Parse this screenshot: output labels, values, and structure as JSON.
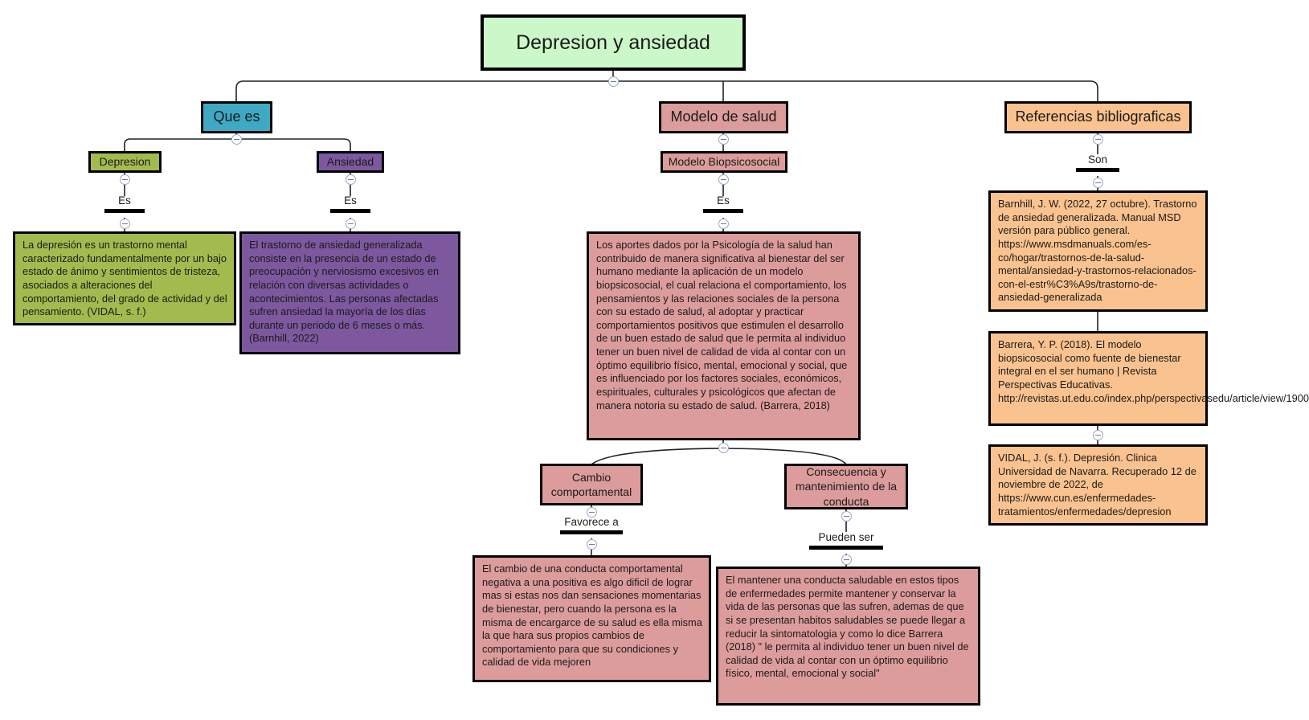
{
  "map": {
    "root": {
      "label": "Depresion y ansiedad"
    },
    "branches": [
      {
        "id": "que-es",
        "label": "Que es",
        "children": [
          {
            "id": "depresion",
            "label": "Depresion",
            "link_label": "Es",
            "detail": "La depresión es un trastorno mental caracterizado fundamentalmente por un bajo estado de ánimo y sentimientos de tristeza, asociados a alteraciones del comportamiento, del grado de actividad y del pensamiento. (VIDAL, s. f.)"
          },
          {
            "id": "ansiedad",
            "label": "Ansiedad",
            "link_label": "Es",
            "detail": "El trastorno de ansiedad generalizada consiste en la presencia de un estado de preocupación y nerviosismo excesivos en relación con diversas actividades o acontecimientos. Las personas afectadas sufren ansiedad la mayoría de los días durante un periodo de 6 meses o más. (Barnhill, 2022)"
          }
        ]
      },
      {
        "id": "modelo-de-salud",
        "label": "Modelo de salud",
        "children": [
          {
            "id": "modelo-biopsicosocial",
            "label": "Modelo Biopsicosocial",
            "link_label": "Es",
            "detail": "Los aportes dados por la Psicología de la salud han contribuido de manera significativa al bienestar del ser humano mediante la aplicación de un modelo biopsicosocial, el cual relaciona el comportamiento, los pensamientos y las relaciones sociales de la persona con su estado de salud, al adoptar y practicar comportamientos positivos que estimulen el desarrollo de un buen estado de salud que le permita al individuo tener un buen nivel de calidad de vida al contar con un óptimo equilibrio físico, mental, emocional y social, que es influenciado por los factores sociales, económicos, espirituales, culturales y psicológicos que afectan de manera notoria su estado de salud. (Barrera, 2018)"
          }
        ]
      },
      {
        "id": "referencias",
        "label": "Referencias bibliograficas",
        "link_label": "Son",
        "children": []
      }
    ],
    "outcomes": [
      {
        "id": "cambio-comportamental",
        "label": "Cambio comportamental",
        "link_label": "Favorece a",
        "detail": "El cambio de una conducta comportamental negativa a una positiva es algo dificil de lograr mas si estas nos dan sensaciones momentarias de bienestar, pero cuando la persona es la misma de encargarce de su salud es ella misma la que hara sus propios cambios de comportamiento para que su condiciones y calidad de vida mejoren"
      },
      {
        "id": "consecuencia-mantenimiento",
        "label": "Consecuencia y mantenimiento de la conducta",
        "link_label": "Pueden ser",
        "detail": "El mantener una conducta saludable en estos tipos de enfermedades permite mantener y conservar la vida de las personas que las sufren, ademas de que si se presentan habitos saludables se puede llegar a reducir la sintomatologia y como lo dice Barrera (2018) \" le permita al individuo tener un buen nivel de calidad de vida al contar con un óptimo equilibrio físico, mental, emocional y social\""
      }
    ],
    "references": [
      {
        "id": "ref-barnhill",
        "text": "Barnhill, J. W. (2022, 27 octubre). Trastorno de ansiedad generalizada. Manual MSD versión para público general. https://www.msdmanuals.com/es-co/hogar/trastornos-de-la-salud-mental/ansiedad-y-trastornos-relacionados-con-el-estr%C3%A9s/trastorno-de-ansiedad-generalizada"
      },
      {
        "id": "ref-barrera",
        "text": "Barrera, Y. P. (2018). El modelo biopsicosocial como fuente de bienestar integral en el ser humano | Revista Perspectivas Educativas. http://revistas.ut.edu.co/index.php/perspectivasedu/article/view/1900"
      },
      {
        "id": "ref-vidal",
        "text": "VIDAL, J. (s. f.). Depresión. Clinica Universidad de Navarra. Recuperado 12 de noviembre de 2022, de https://www.cun.es/enfermedades-tratamientos/enfermedades/depresion"
      }
    ],
    "colors": {
      "root": "#ccf7c8",
      "teal": "#3fa9c4",
      "olive": "#a3bb4e",
      "purple": "#7d589e",
      "pink": "#dc9c9b",
      "orange": "#fac28e",
      "border": "#000000",
      "wire": "#222222",
      "handle": "#9aa8c8"
    },
    "icons": {
      "collapse": "collapse-handle-icon"
    }
  }
}
